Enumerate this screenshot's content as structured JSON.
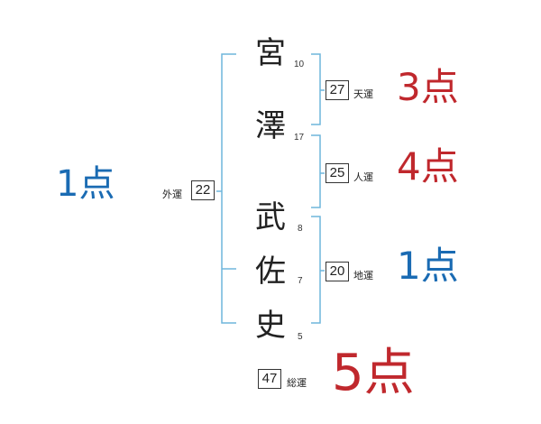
{
  "name_chars": [
    {
      "char": "宮",
      "strokes": "10"
    },
    {
      "char": "澤",
      "strokes": "17"
    },
    {
      "char": "武",
      "strokes": "8"
    },
    {
      "char": "佐",
      "strokes": "7"
    },
    {
      "char": "史",
      "strokes": "5"
    }
  ],
  "fortunes": {
    "tenkaku": {
      "value": "27",
      "label": "天運",
      "score": "3点"
    },
    "jinkaku": {
      "value": "25",
      "label": "人運",
      "score": "4点"
    },
    "chikaku": {
      "value": "20",
      "label": "地運",
      "score": "1点"
    },
    "gaikaku": {
      "value": "22",
      "label": "外運",
      "score": "1点"
    },
    "soukaku": {
      "value": "47",
      "label": "総運",
      "score": "5点"
    }
  },
  "colors": {
    "bracket": "#6fb5dc",
    "score_red": "#c0282d",
    "score_blue": "#1a6bb3"
  }
}
